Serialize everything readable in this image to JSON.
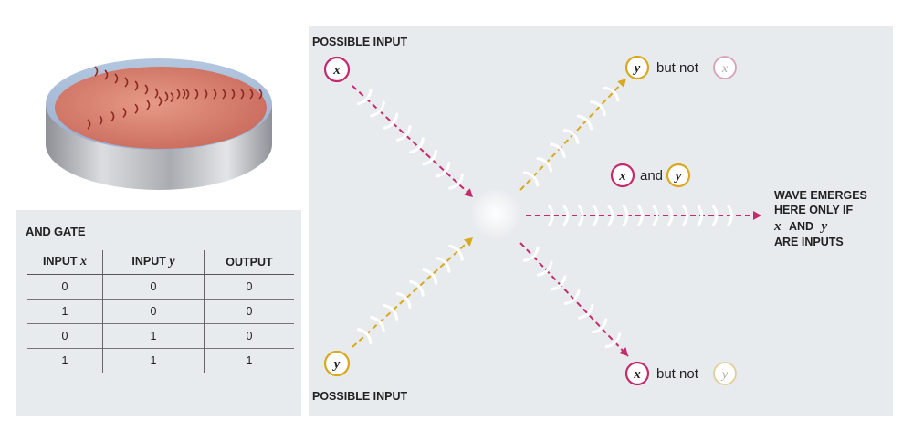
{
  "colors": {
    "x_circle": "#c42a6d",
    "y_circle": "#d9a81d",
    "x_arrow": "#c42a6d",
    "y_arrow": "#d9a81d",
    "ghost_circle": "#d9a0b7",
    "ghost_y_circle": "#e2ce95",
    "dish_gel": "#d98070",
    "panel_bg": "#e8ebee"
  },
  "gate": {
    "title": "AND GATE",
    "headers": [
      {
        "pre": "INPUT ",
        "var": "x"
      },
      {
        "pre": "INPUT ",
        "var": "y"
      },
      {
        "pre": "OUTPUT",
        "var": ""
      }
    ],
    "rows": [
      [
        "0",
        "0",
        "0"
      ],
      [
        "1",
        "0",
        "0"
      ],
      [
        "0",
        "1",
        "0"
      ],
      [
        "1",
        "1",
        "1"
      ]
    ]
  },
  "diagram": {
    "top_left_label": "POSSIBLE INPUT",
    "bottom_left_label": "POSSIBLE INPUT",
    "x_symbol": "x",
    "y_symbol": "y",
    "top_right": {
      "a": "y",
      "text": "but not",
      "b": "x"
    },
    "middle": {
      "a": "x",
      "text": "and",
      "b": "y"
    },
    "bottom_right": {
      "a": "x",
      "text": "but not",
      "b": "y"
    },
    "output_line1": "WAVE EMERGES",
    "output_line2": "HERE ONLY IF",
    "output_line3_x": "x",
    "output_line3_and": "AND",
    "output_line3_y": "y",
    "output_line4": "ARE INPUTS"
  }
}
